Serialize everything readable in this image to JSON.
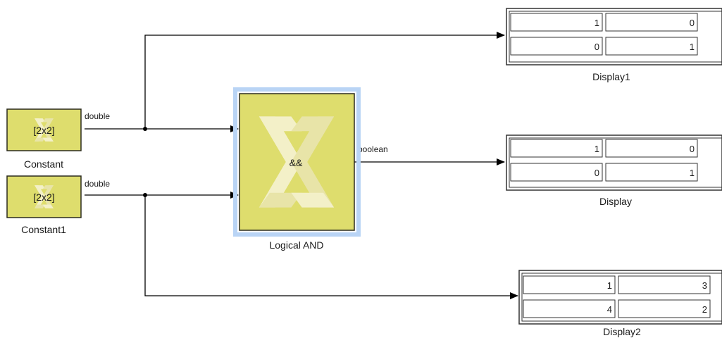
{
  "colors": {
    "block_fill": "#dedd6d",
    "block_stroke": "#2b2b1e",
    "selection_halo": "#b9d4f5",
    "logo_light": "#f3f0c8",
    "logo_mid": "#e8e4a8",
    "line": "#000000"
  },
  "constant": {
    "value_label": "[2x2]",
    "name": "Constant",
    "output_type": "double",
    "icon": "xilinx-logo-icon"
  },
  "constant1": {
    "value_label": "[2x2]",
    "name": "Constant1",
    "output_type": "double",
    "icon": "xilinx-logo-icon"
  },
  "logical_and": {
    "operator": "&&",
    "name": "Logical AND",
    "output_type": "boolean",
    "selected": true,
    "icon": "xilinx-logo-icon"
  },
  "display1": {
    "name": "Display1",
    "cells": [
      "1",
      "0",
      "0",
      "1"
    ]
  },
  "display": {
    "name": "Display",
    "cells": [
      "1",
      "0",
      "0",
      "1"
    ]
  },
  "display2": {
    "name": "Display2",
    "cells": [
      "1",
      "3",
      "4",
      "2"
    ]
  }
}
